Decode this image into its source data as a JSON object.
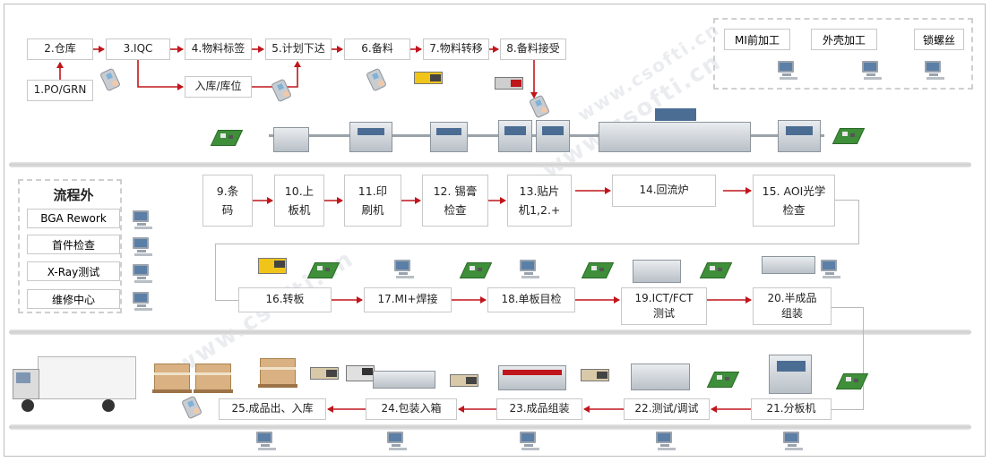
{
  "steps": {
    "s1": "1.PO/GRN",
    "s2": "2.仓库",
    "s3": "3.IQC",
    "s4": "4.物料标签",
    "s4b": "入库/库位",
    "s5": "5.计划下达",
    "s6": "6.备料",
    "s7": "7.物料转移",
    "s8": "8.备料接受",
    "s9": "9.条\n码",
    "s10": "10.上\n板机",
    "s11": "11.印\n刷机",
    "s12": "12. 锡膏\n检查",
    "s13": "13.贴片\n机1,2.+",
    "s14": "14.回流炉",
    "s15": "15. AOI光学\n检查",
    "s16": "16.转板",
    "s17": "17.MI+焊接",
    "s18": "18.单板目检",
    "s19": "19.ICT/FCT\n测试",
    "s20": "20.半成品\n组装",
    "s21": "21.分板机",
    "s22": "22.测试/调试",
    "s23": "23.成品组装",
    "s24": "24.包装入箱",
    "s25": "25.成品出、入库"
  },
  "mi_panel": {
    "items": [
      "MI前加工",
      "外壳加工",
      "锁螺丝"
    ]
  },
  "side_panel": {
    "title": "流程外",
    "items": [
      "BGA Rework",
      "首件检查",
      "X-Ray测试",
      "维修中心"
    ]
  },
  "watermarks": [
    "www.csofti.cn",
    "www.csofti.cn",
    "www.csofti.cn"
  ],
  "colors": {
    "arrow": "#c0151b",
    "box_border": "#c8c8c8",
    "separator": "#d5d5d5",
    "dashed": "#cfcfcf"
  },
  "icons": {
    "terminal": "computer-terminal-icon",
    "scanner": "handheld-scanner-icon",
    "pcb": "pcb-board-icon",
    "carton": "carton-box-icon",
    "truck": "delivery-truck-icon"
  }
}
